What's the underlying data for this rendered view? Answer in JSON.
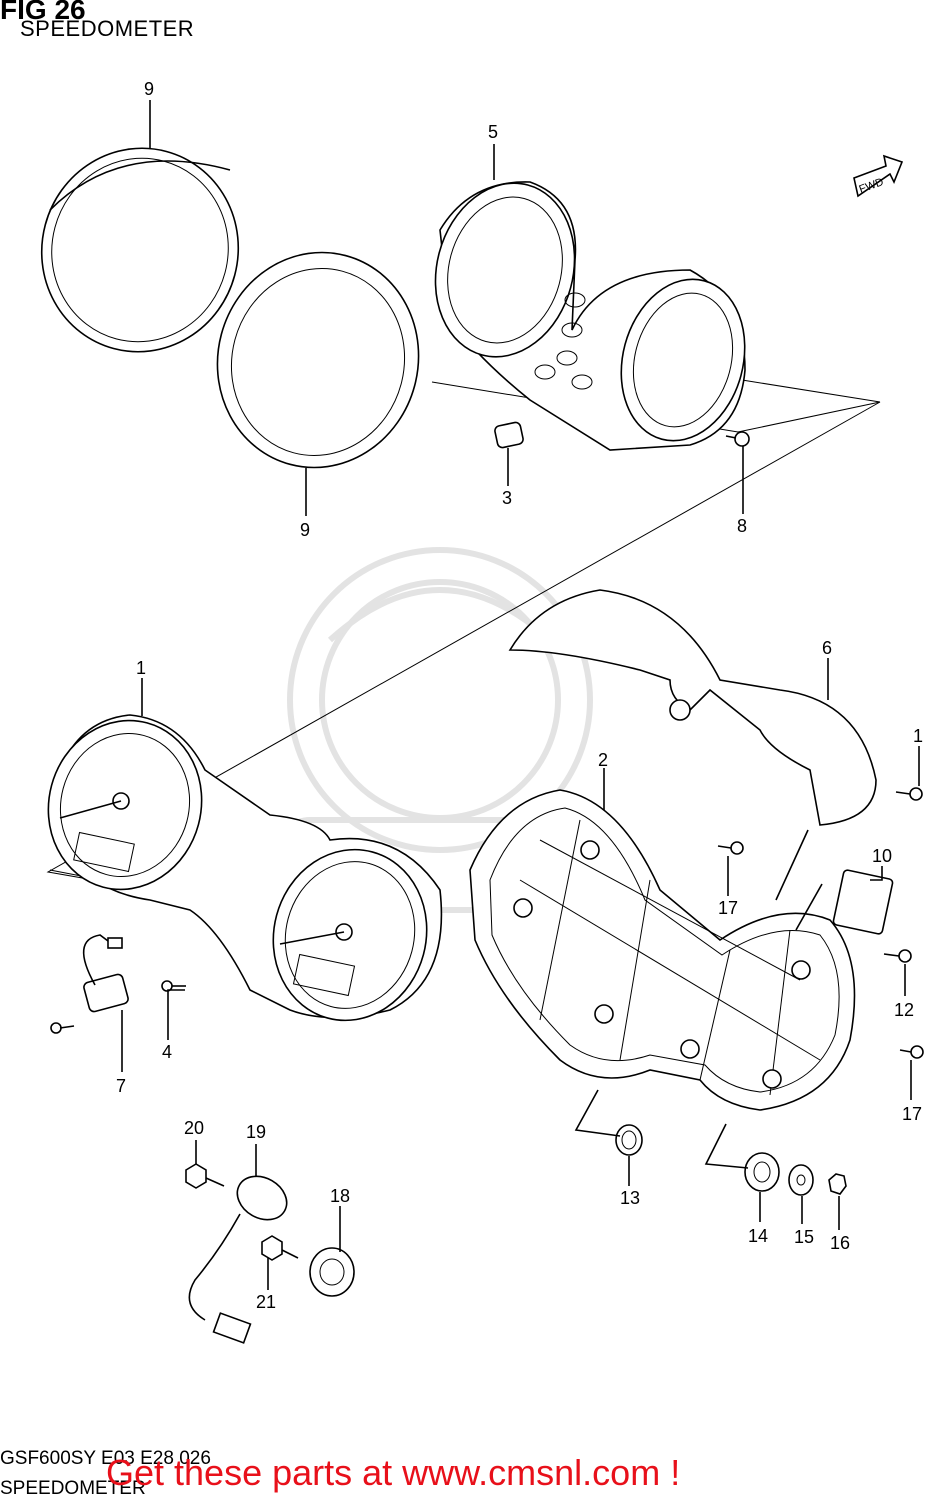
{
  "figure": {
    "title": "FIG 26",
    "subtitle": "SPEEDOMETER",
    "model_code": "GSF600SY E03 E28 026",
    "model_name": "SPEEDOMETER",
    "direction_tag": "FWD"
  },
  "promo_text": "Get these parts at www.cmsnl.com !",
  "callouts": [
    {
      "id": "c9a",
      "label": "9"
    },
    {
      "id": "c5",
      "label": "5"
    },
    {
      "id": "c9b",
      "label": "9"
    },
    {
      "id": "c3",
      "label": "3"
    },
    {
      "id": "c8",
      "label": "8"
    },
    {
      "id": "c1a",
      "label": "1"
    },
    {
      "id": "c6",
      "label": "6"
    },
    {
      "id": "c1b",
      "label": "1"
    },
    {
      "id": "c2",
      "label": "2"
    },
    {
      "id": "c10",
      "label": "10"
    },
    {
      "id": "c17a",
      "label": "17"
    },
    {
      "id": "c12",
      "label": "12"
    },
    {
      "id": "c17b",
      "label": "17"
    },
    {
      "id": "c4",
      "label": "4"
    },
    {
      "id": "c7",
      "label": "7"
    },
    {
      "id": "c20",
      "label": "20"
    },
    {
      "id": "c19",
      "label": "19"
    },
    {
      "id": "c18",
      "label": "18"
    },
    {
      "id": "c21",
      "label": "21"
    },
    {
      "id": "c13",
      "label": "13"
    },
    {
      "id": "c14",
      "label": "14"
    },
    {
      "id": "c15",
      "label": "15"
    },
    {
      "id": "c16",
      "label": "16"
    }
  ],
  "colors": {
    "promo": "#e8101a",
    "line": "#000000",
    "watermark": "#e3e3e3"
  }
}
